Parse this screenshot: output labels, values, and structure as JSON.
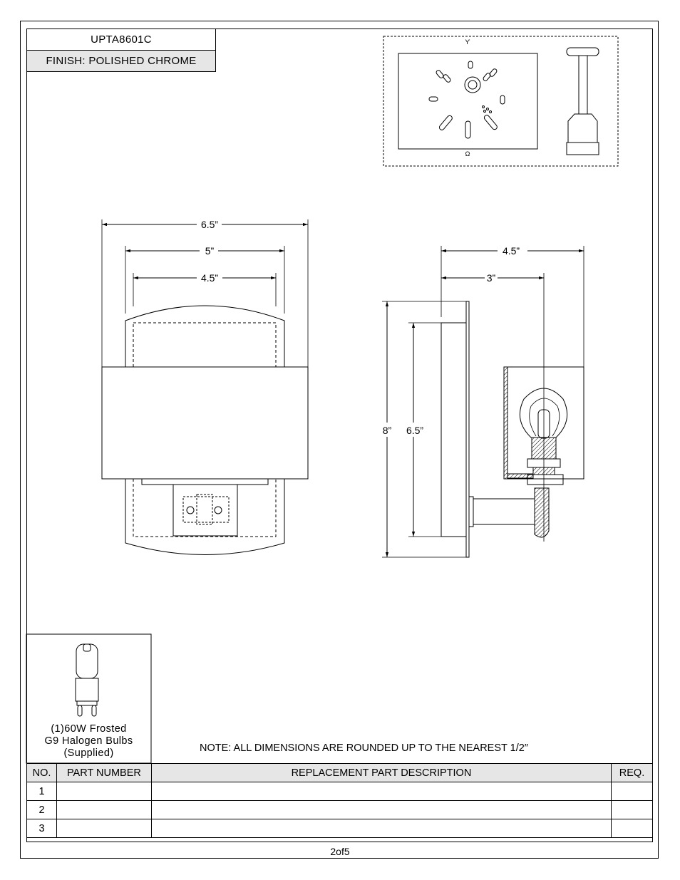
{
  "header": {
    "model": "UPTA8601C",
    "finish": "FINISH: POLISHED CHROME"
  },
  "dimensions": {
    "front_overall_width": "6.5”",
    "front_mid_width": "5”",
    "front_inner_width": "4.5”",
    "side_depth": "4.5”",
    "side_inner_depth": "3”",
    "side_overall_height": "8”",
    "side_inner_height": "6.5”"
  },
  "bulb": {
    "line1": "(1)60W Frosted",
    "line2": "G9 Halogen Bulbs",
    "line3": "(Supplied)"
  },
  "note": "NOTE:  ALL DIMENSIONS ARE ROUNDED UP TO THE NEAREST  1/2″",
  "parts_table": {
    "headers": {
      "no": "NO.",
      "part_number": "PART NUMBER",
      "description": "REPLACEMENT PART DESCRIPTION",
      "req": "REQ."
    },
    "rows": [
      {
        "no": "1",
        "part_number": "",
        "description": "",
        "req": ""
      },
      {
        "no": "2",
        "part_number": "",
        "description": "",
        "req": ""
      },
      {
        "no": "3",
        "part_number": "",
        "description": "",
        "req": ""
      }
    ]
  },
  "page": "2of5"
}
